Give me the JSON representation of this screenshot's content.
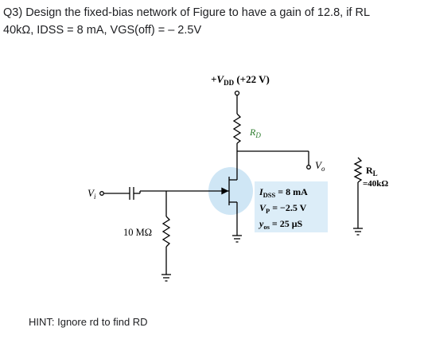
{
  "question": {
    "line1": "Q3) Design the fixed-bias network of Figure  to have a gain of 12.8, if RL",
    "line2": "40kΩ, IDSS = 8 mA, VGS(off) = – 2.5V"
  },
  "hint": "HINT: Ignore rd to find RD",
  "circuit": {
    "supply": "+V",
    "supply_sub": "DD",
    "supply_value": " (+22 V)",
    "rd_label": "R",
    "rd_sub": "D",
    "vo_label": "V",
    "vo_sub": "o",
    "vi_label": "V",
    "vi_sub": "i",
    "rg_label": "10 MΩ",
    "rl_label": "R",
    "rl_sub": "L",
    "rl_value": "=40kΩ",
    "idss_label": "I",
    "idss_sub": "DSS",
    "idss_value": " = 8 mA",
    "vp_label": "V",
    "vp_sub": "P",
    "vp_value": " = −2.5 V",
    "yos_label": "y",
    "yos_sub": "os",
    "yos_value": " = 25 μS"
  },
  "colors": {
    "jfet_highlight": "#cfe6f5",
    "param_highlight": "#dcedf8",
    "wire": "#000000",
    "text": "#202124"
  }
}
